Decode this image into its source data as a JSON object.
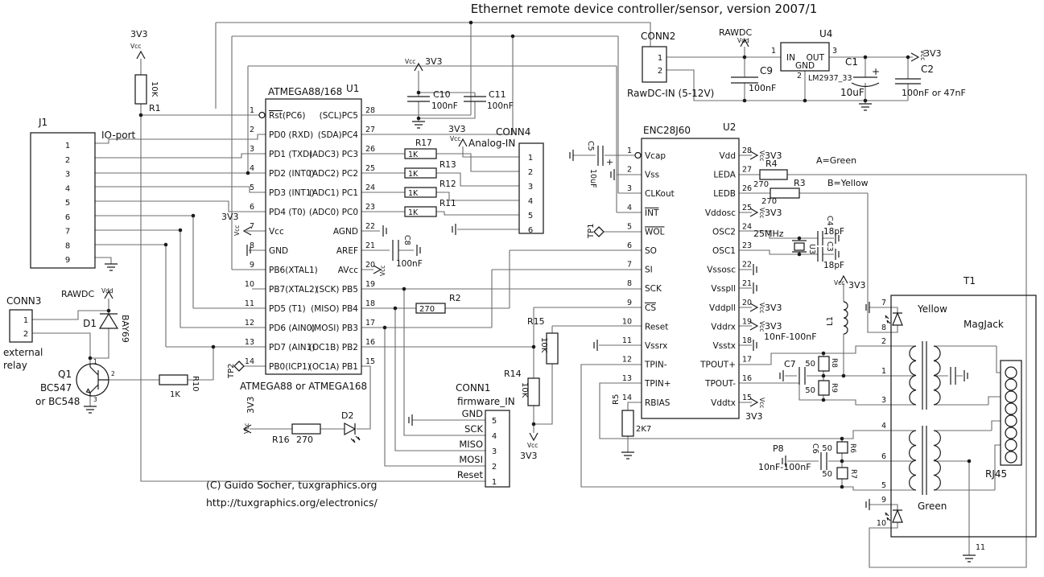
{
  "title": "Ethernet remote device controller/sensor, version 2007/1",
  "footer": {
    "line1": "(C) Guido Socher, tuxgraphics.org",
    "line2": "http://tuxgraphics.org/electronics/"
  },
  "ics": {
    "u1": {
      "name": "ATMEGA88/168",
      "ref": "U1",
      "note": "ATMEGA88 or ATMEGA168",
      "left": [
        {
          "n": "1",
          "pre": "Rst",
          "name": "(PC6)"
        },
        {
          "n": "2",
          "name": "PD0 (RXD)"
        },
        {
          "n": "3",
          "name": "PD1 (TXD)"
        },
        {
          "n": "4",
          "name": "PD2 (INT0)"
        },
        {
          "n": "5",
          "name": "PD3 (INT1)"
        },
        {
          "n": "6",
          "name": "PD4 (T0)"
        },
        {
          "n": "7",
          "name": "Vcc"
        },
        {
          "n": "8",
          "name": "GND"
        },
        {
          "n": "9",
          "name": "PB6(XTAL1)"
        },
        {
          "n": "10",
          "name": "PB7(XTAL2)"
        },
        {
          "n": "11",
          "name": "PD5 (T1)"
        },
        {
          "n": "12",
          "name": "PD6 (AIN0)"
        },
        {
          "n": "13",
          "name": "PD7 (AIN1)"
        },
        {
          "n": "14",
          "name": "PB0(ICP1)"
        }
      ],
      "right": [
        {
          "n": "28",
          "name": "(SCL)PC5"
        },
        {
          "n": "27",
          "name": "(SDA)PC4"
        },
        {
          "n": "26",
          "name": "(ADC3) PC3"
        },
        {
          "n": "25",
          "name": "(ADC2) PC2"
        },
        {
          "n": "24",
          "name": "(ADC1) PC1"
        },
        {
          "n": "23",
          "name": "(ADC0) PC0"
        },
        {
          "n": "22",
          "name": "AGND"
        },
        {
          "n": "21",
          "name": "AREF"
        },
        {
          "n": "20",
          "name": "AVcc"
        },
        {
          "n": "19",
          "name": "(SCK) PB5"
        },
        {
          "n": "18",
          "name": "(MISO) PB4"
        },
        {
          "n": "17",
          "name": "(MOSI) PB3"
        },
        {
          "n": "16",
          "name": "(OC1B) PB2"
        },
        {
          "n": "15",
          "name": "(OC1A) PB1"
        }
      ]
    },
    "u2": {
      "name": "ENC28J60",
      "ref": "U2",
      "left": [
        {
          "n": "1",
          "name": "Vcap"
        },
        {
          "n": "2",
          "name": "Vss"
        },
        {
          "n": "3",
          "name": "CLKout"
        },
        {
          "n": "4",
          "pre": "INT",
          "name": ""
        },
        {
          "n": "5",
          "pre": "WOL",
          "name": ""
        },
        {
          "n": "6",
          "name": "SO"
        },
        {
          "n": "7",
          "name": "SI"
        },
        {
          "n": "8",
          "name": "SCK"
        },
        {
          "n": "9",
          "pre": "CS",
          "name": ""
        },
        {
          "n": "10",
          "name": "Reset"
        },
        {
          "n": "11",
          "name": "Vssrx"
        },
        {
          "n": "12",
          "name": "TPIN-"
        },
        {
          "n": "13",
          "name": "TPIN+"
        },
        {
          "n": "14",
          "name": "RBIAS"
        }
      ],
      "right": [
        {
          "n": "28",
          "name": "Vdd"
        },
        {
          "n": "27",
          "name": "LEDA"
        },
        {
          "n": "26",
          "name": "LEDB"
        },
        {
          "n": "25",
          "name": "Vddosc"
        },
        {
          "n": "24",
          "name": "OSC2"
        },
        {
          "n": "23",
          "name": "OSC1"
        },
        {
          "n": "22",
          "name": "Vssosc"
        },
        {
          "n": "21",
          "name": "Vsspll"
        },
        {
          "n": "20",
          "name": "Vddpll"
        },
        {
          "n": "19",
          "name": "Vddrx"
        },
        {
          "n": "18",
          "name": "Vsstx"
        },
        {
          "n": "17",
          "name": "TPOUT+"
        },
        {
          "n": "16",
          "name": "TPOUT-"
        },
        {
          "n": "15",
          "name": "Vddtx"
        }
      ]
    }
  },
  "connectors": {
    "j1": {
      "ref": "J1",
      "label": "IO-port",
      "nums": [
        "1",
        "2",
        "3",
        "4",
        "5",
        "6",
        "7",
        "8",
        "9"
      ]
    },
    "conn1": {
      "ref": "CONN1",
      "label": "firmware_IN",
      "nums": [
        "5",
        "4",
        "3",
        "2",
        "1"
      ],
      "signals": [
        "GND",
        "SCK",
        "MISO",
        "MOSI",
        "Reset"
      ]
    },
    "conn2": {
      "ref": "CONN2",
      "note": "RawDC-IN (5-12V)",
      "nums": [
        "1",
        "2"
      ]
    },
    "conn3": {
      "ref": "CONN3",
      "note1": "external",
      "note2": "relay",
      "nums": [
        "1",
        "2"
      ]
    },
    "conn4": {
      "ref": "CONN4",
      "label": "Analog-IN",
      "nums": [
        "1",
        "2",
        "3",
        "4",
        "5",
        "6"
      ]
    }
  },
  "t": {
    "u4_ref": "U4",
    "u4_part": "LM2937_33",
    "u4_in": "IN",
    "u4_out": "OUT",
    "u4_gnd": "GND",
    "u4_p1": "1",
    "u4_p2": "2",
    "u4_p3": "3",
    "u3_ref": "U3",
    "u3_freq": "25MHz",
    "t1_ref": "T1",
    "t1_type": "MagJack",
    "rj45": "RJ45",
    "yellow": "Yellow",
    "green": "Green",
    "t1_p7": "7",
    "t1_p8": "8",
    "t1_p2": "2",
    "t1_p1": "1",
    "t1_p3": "3",
    "t1_p4": "4",
    "t1_p6": "6",
    "t1_p5": "5",
    "t1_p9": "9",
    "t1_p10": "10",
    "t1_p11": "11",
    "q1_ref": "Q1",
    "q1_part": "BC547",
    "q1_part2": "or BC548",
    "q1_p1": "1",
    "q1_p2": "2",
    "q1_p3": "3",
    "d1_ref": "D1",
    "d1_part": "BAY69",
    "d2_ref": "D2",
    "tp1": "TP1",
    "tp2": "TP2",
    "r1_ref": "R1",
    "r1_val": "10K",
    "r2_ref": "R2",
    "r2_val": "270",
    "r3_ref": "R3",
    "r3_val": "270",
    "r4_ref": "R4",
    "r4_val": "270",
    "r5_ref": "R5",
    "r5_val": "2K7",
    "r6_ref": "R6",
    "r6_val": "50",
    "r7_ref": "R7",
    "r7_val": "50",
    "r8_ref": "R8",
    "r8_val": "50",
    "r9_ref": "R9",
    "r9_val": "50",
    "r10_ref": "R10",
    "r10_val": "1K",
    "r11_ref": "R11",
    "r11_val": "1K",
    "r12_ref": "R12",
    "r12_val": "1K",
    "r13_ref": "R13",
    "r13_val": "1K",
    "r14_ref": "R14",
    "r14_val": "10K",
    "r15_ref": "R15",
    "r15_val": "10K",
    "r16_ref": "R16",
    "r16_val": "270",
    "r17_ref": "R17",
    "r17_val": "1K",
    "c1_ref": "C1",
    "c1_val": "10uF",
    "c2_ref": "C2",
    "c2_val": "100nF or 47nF",
    "c3_ref": "C3",
    "c3_val": "18pF",
    "c4_ref": "C4",
    "c4_val": "18pF",
    "c5_ref": "C5",
    "c5_val": "10uF",
    "c6_ref": "C6",
    "c7_ref": "C7",
    "c8_ref": "C8",
    "c8_val": "100nF",
    "c9_ref": "C9",
    "c9_val": "100nF",
    "c10_ref": "C10",
    "c10_val": "100nF",
    "c11_ref": "C11",
    "c11_val": "100nF",
    "l1_ref": "L1",
    "plus": "+",
    "a_green": "A=Green",
    "b_yellow": "B=Yellow",
    "cap_note": "10nF-100nF",
    "p8_ref": "P8",
    "rawdc": "RAWDC",
    "vdd": "Vdd",
    "vcc": "Vcc",
    "v33": "3V3"
  }
}
